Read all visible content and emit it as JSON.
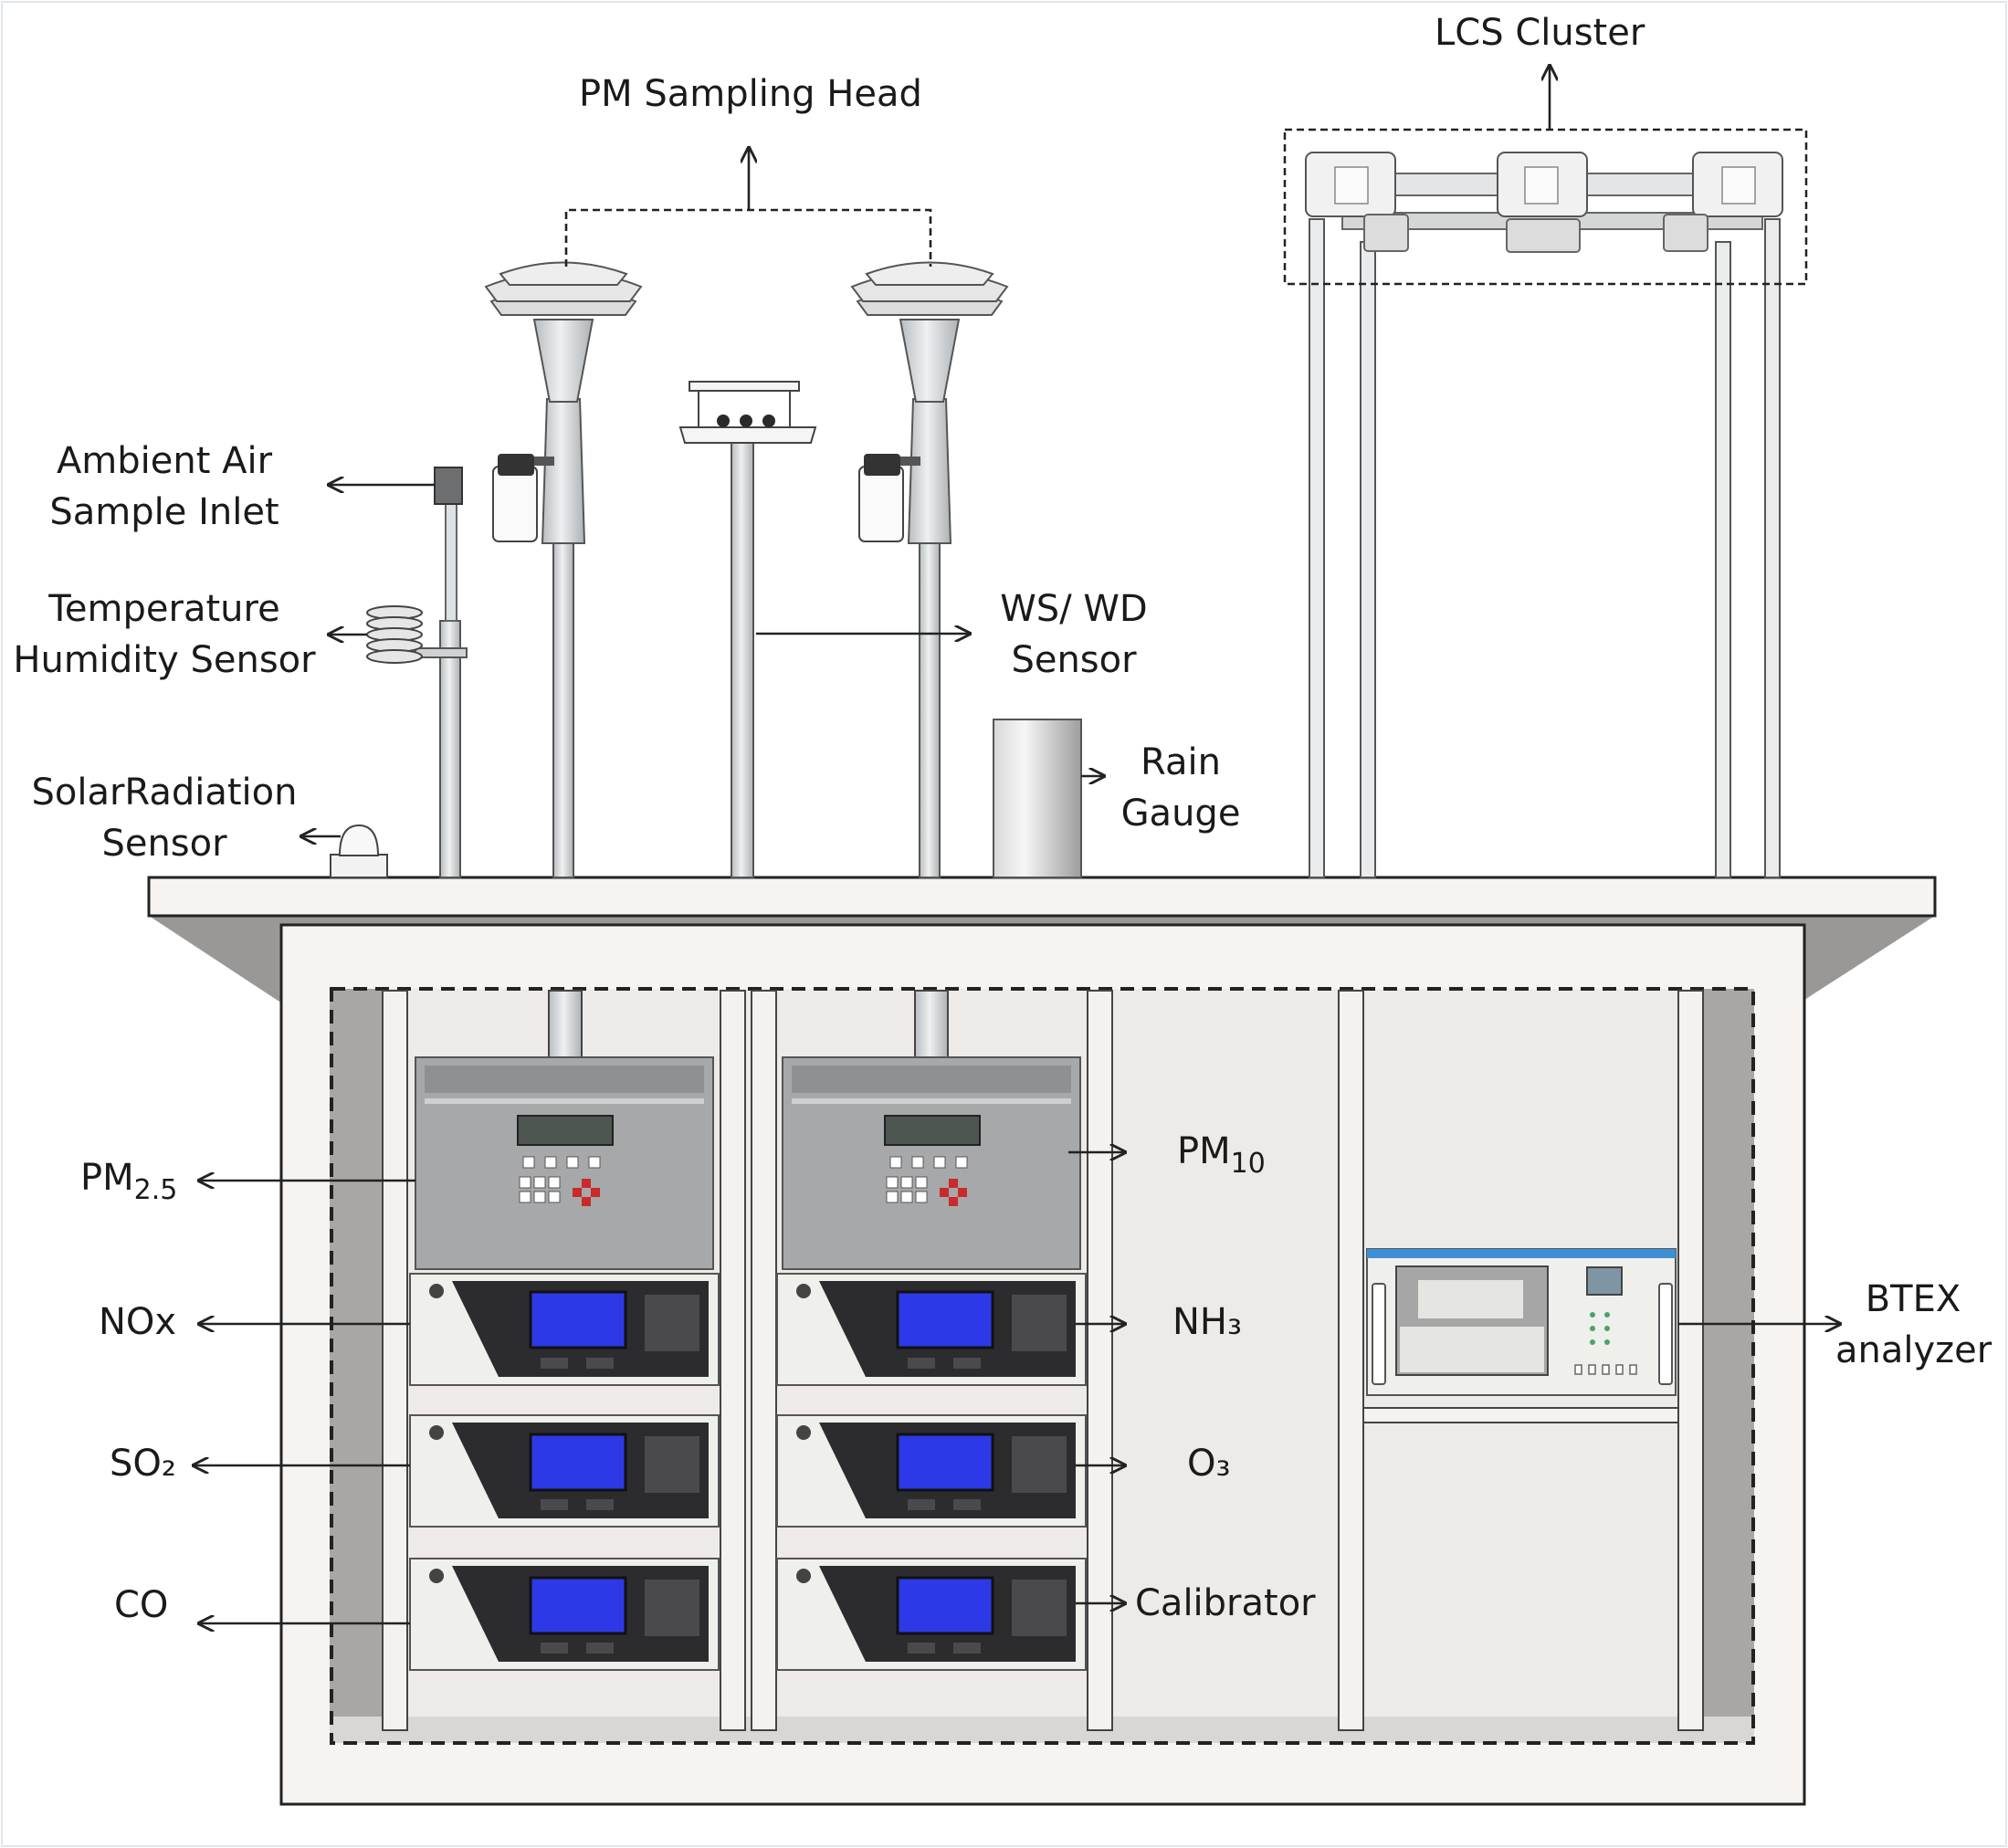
{
  "labels": {
    "lcs_cluster": "LCS Cluster",
    "pm_sampling_head": "PM Sampling Head",
    "ambient_air_inlet": [
      "Ambient Air",
      "Sample Inlet"
    ],
    "temp_humidity_sensor": [
      "Temperature",
      "Humidity Sensor"
    ],
    "solar_radiation_sensor": [
      "SolarRadiation",
      "Sensor"
    ],
    "ws_wd_sensor": [
      "WS/ WD",
      "Sensor"
    ],
    "rain_gauge": [
      "Rain",
      "Gauge"
    ],
    "pm25": {
      "base": "PM",
      "sub": "2.5"
    },
    "pm10": {
      "base": "PM",
      "sub": "10"
    },
    "nox": "NOx",
    "so2": "SO₂",
    "co": "CO",
    "nh3": "NH₃",
    "o3": "O₃",
    "calibrator": "Calibrator",
    "btex_analyzer": [
      "BTEX",
      "analyzer"
    ]
  },
  "colors": {
    "outline": "#222222",
    "shelter": "#f6f3f0",
    "cabinet_interior": "#edeae7",
    "cabinet_shadow": "#a9a6a4",
    "pole": "#cfd2d4",
    "monitor_screen": "#2d39e6",
    "panel_grey": "#a7a8aa",
    "analyzer_body": "#efefec",
    "accent_blue": "#3d8fd6"
  }
}
